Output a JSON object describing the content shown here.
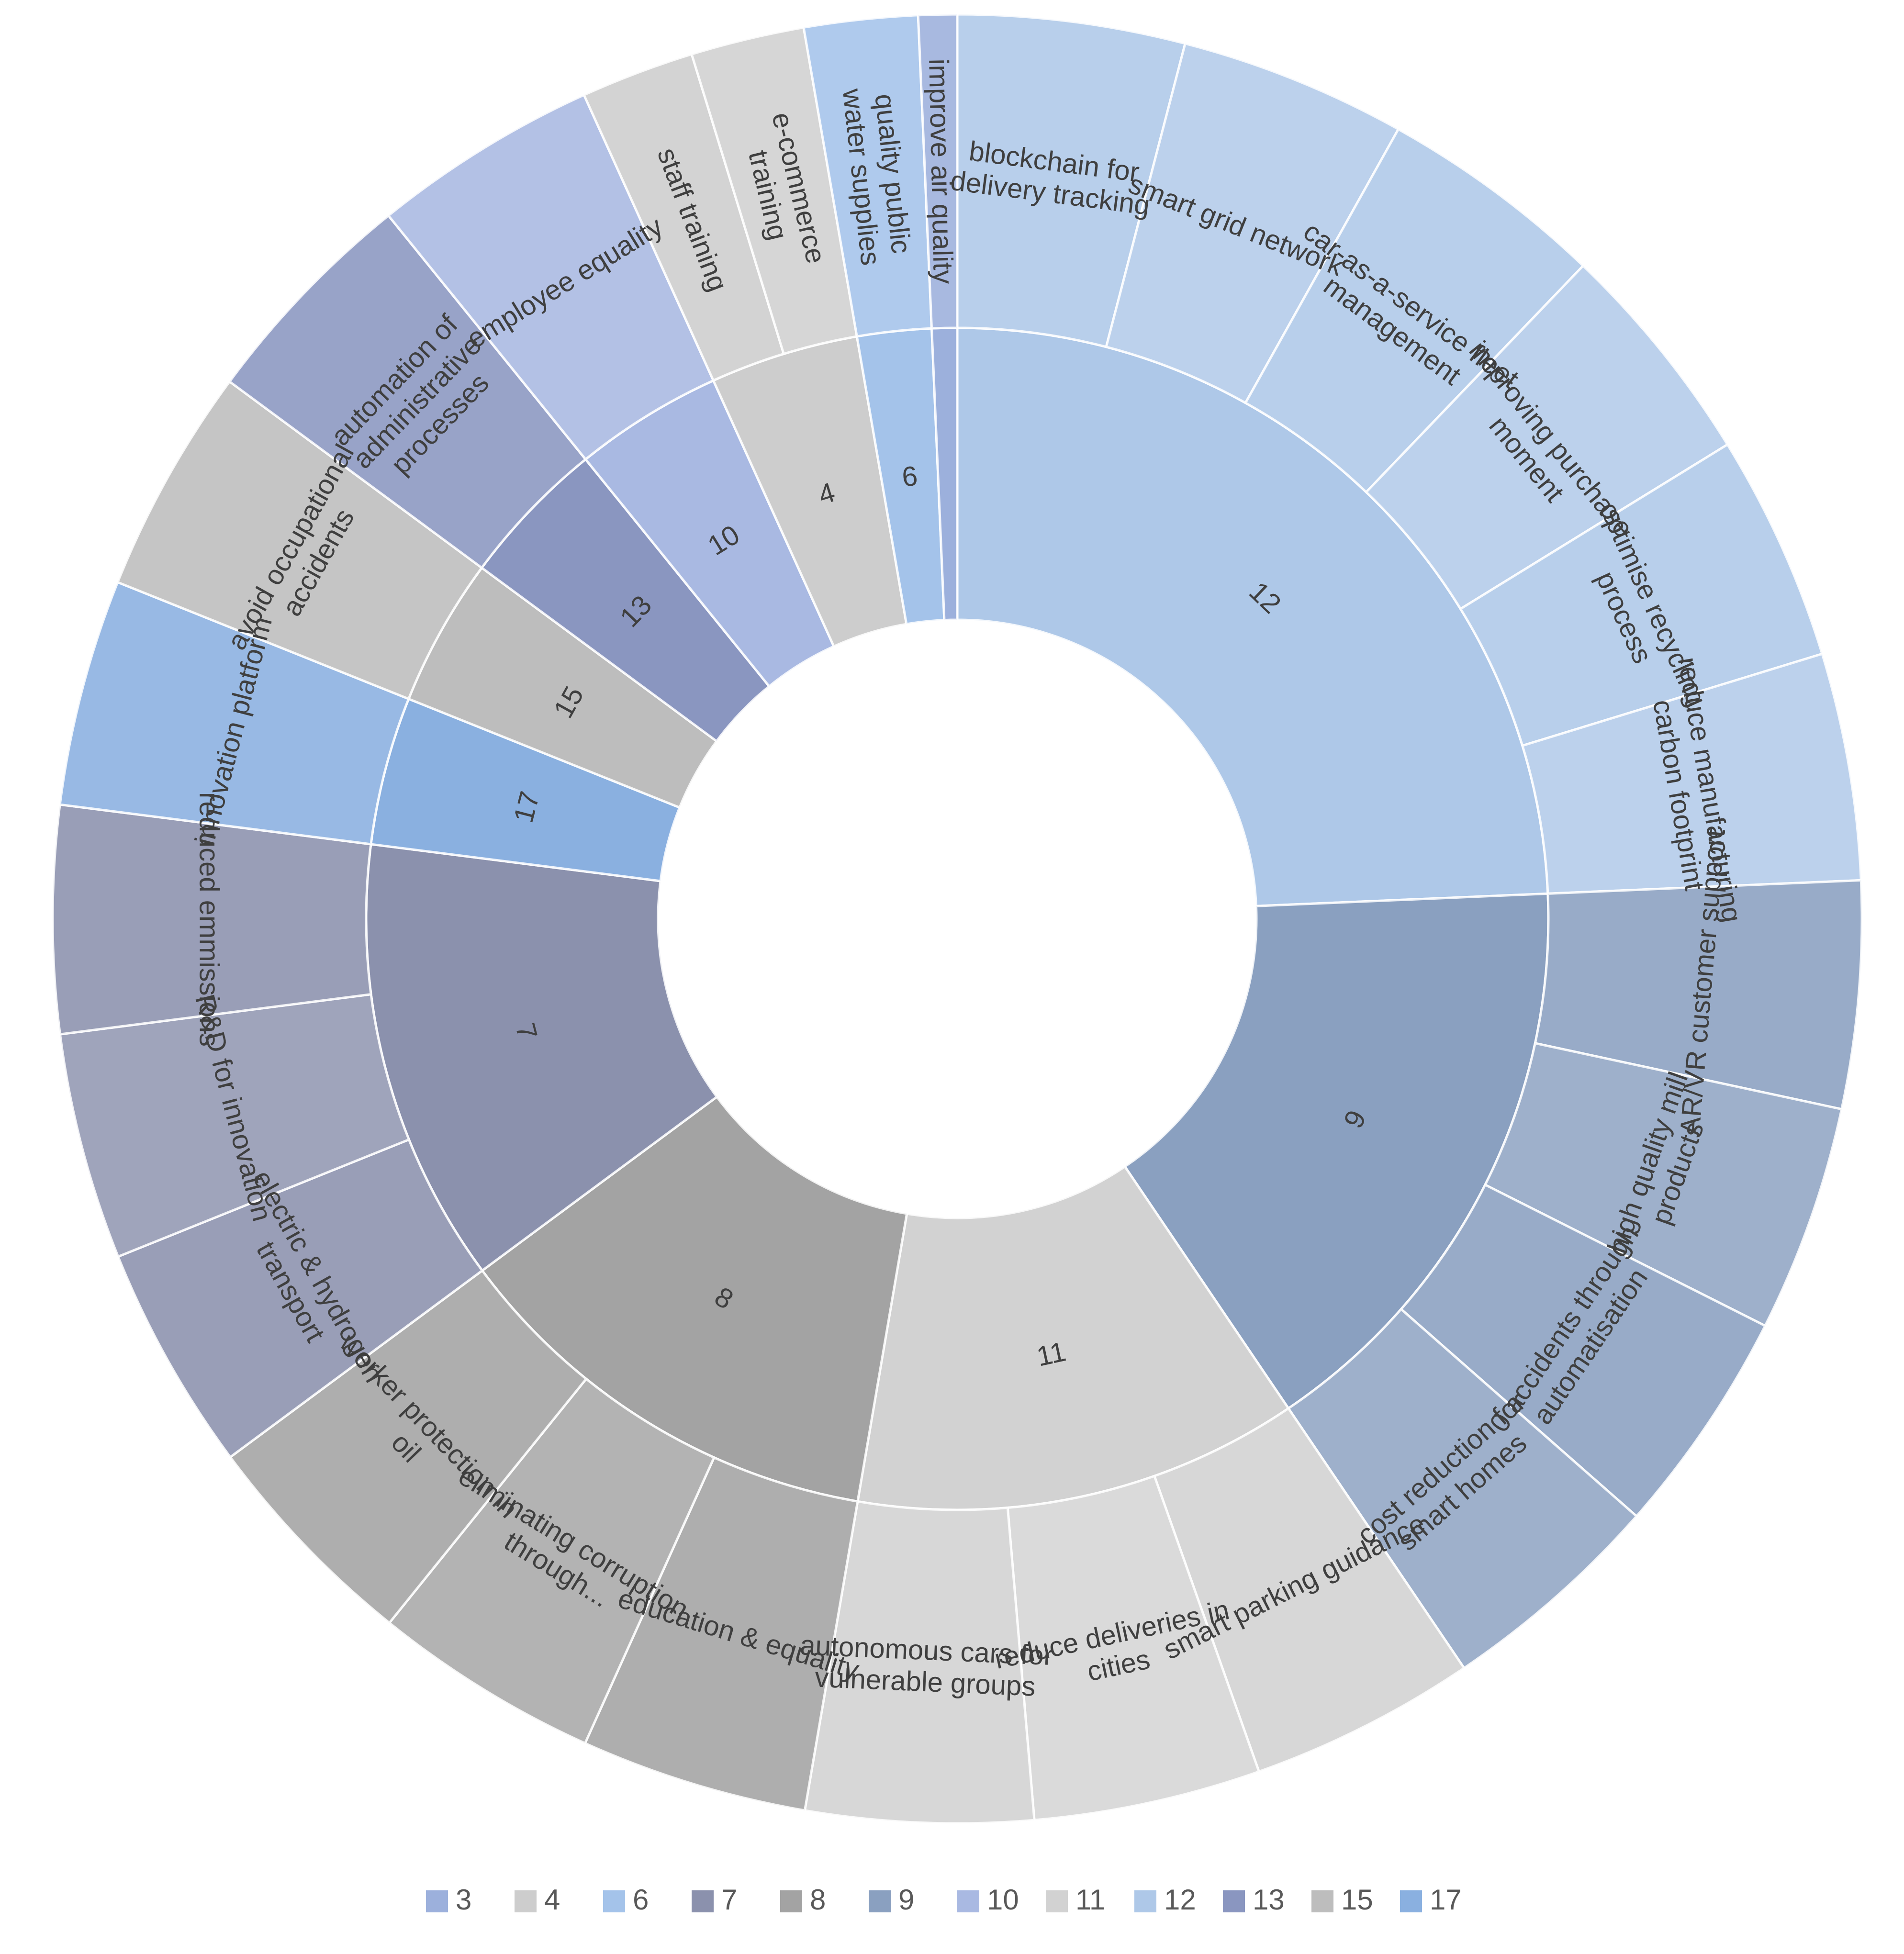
{
  "chart_data": {
    "type": "sunburst",
    "legend_position": "bottom",
    "legend": [
      "3",
      "4",
      "6",
      "7",
      "8",
      "9",
      "10",
      "11",
      "12",
      "13",
      "15",
      "17"
    ],
    "groups": [
      {
        "name": "12",
        "value": 6,
        "color": "#aec8e8",
        "children": [
          {
            "name": "blockchain for delivery tracking",
            "value": 1
          },
          {
            "name": "smart grid network",
            "value": 1
          },
          {
            "name": "car-as-a-service fleet management",
            "value": 1
          },
          {
            "name": "improving purchase moment",
            "value": 1
          },
          {
            "name": "optimise recycling process",
            "value": 1
          },
          {
            "name": "reduce manufacturing carbon footprint",
            "value": 1
          }
        ]
      },
      {
        "name": "9",
        "value": 4,
        "color": "#8aa0c0",
        "children": [
          {
            "name": "AR/VR customer support",
            "value": 1
          },
          {
            "name": "high quality mill products",
            "value": 1
          },
          {
            "name": "0 accidents through automatisation",
            "value": 1
          },
          {
            "name": "cost reduction for smart homes",
            "value": 1
          }
        ]
      },
      {
        "name": "11",
        "value": 3,
        "color": "#d2d2d2",
        "children": [
          {
            "name": "smart parking guidance",
            "value": 1
          },
          {
            "name": "reduce deliveries in cities",
            "value": 1
          },
          {
            "name": "autonomous cars for vulnerable groups",
            "value": 1
          }
        ]
      },
      {
        "name": "8",
        "value": 3,
        "color": "#a3a3a3",
        "children": [
          {
            "name": "education & equality",
            "value": 1
          },
          {
            "name": "eliminating corruption through...",
            "value": 1
          },
          {
            "name": "worker protection in oil",
            "value": 1
          }
        ]
      },
      {
        "name": "7",
        "value": 3,
        "color": "#8b91ad",
        "children": [
          {
            "name": "electric & hydrogen transport",
            "value": 1
          },
          {
            "name": "R&D for innovation",
            "value": 1
          },
          {
            "name": "reduced emmissions",
            "value": 1
          }
        ]
      },
      {
        "name": "17",
        "value": 1,
        "color": "#8ab0e0",
        "children": [
          {
            "name": "innovation platform",
            "value": 1
          }
        ]
      },
      {
        "name": "15",
        "value": 1,
        "color": "#bdbdbd",
        "children": [
          {
            "name": "avoid occupational accidents",
            "value": 1
          }
        ]
      },
      {
        "name": "13",
        "value": 1,
        "color": "#8a96c0",
        "children": [
          {
            "name": "automation of administrative processes",
            "value": 1
          }
        ]
      },
      {
        "name": "10",
        "value": 1,
        "color": "#a9b9e2",
        "children": [
          {
            "name": "employee equality",
            "value": 1
          }
        ]
      },
      {
        "name": "4",
        "value": 1,
        "color": "#cdcdcd",
        "children": [
          {
            "name": "staff training",
            "value": 0.5
          },
          {
            "name": "e-commerce training",
            "value": 0.5
          }
        ]
      },
      {
        "name": "6",
        "value": 0.5,
        "color": "#a4c3ea",
        "children": [
          {
            "name": "quality public water supplies",
            "value": 0.5
          }
        ]
      },
      {
        "name": "3",
        "value": 0.17,
        "color": "#9cb0dc",
        "children": [
          {
            "name": "improve air quality",
            "value": 0.17
          }
        ]
      }
    ]
  }
}
